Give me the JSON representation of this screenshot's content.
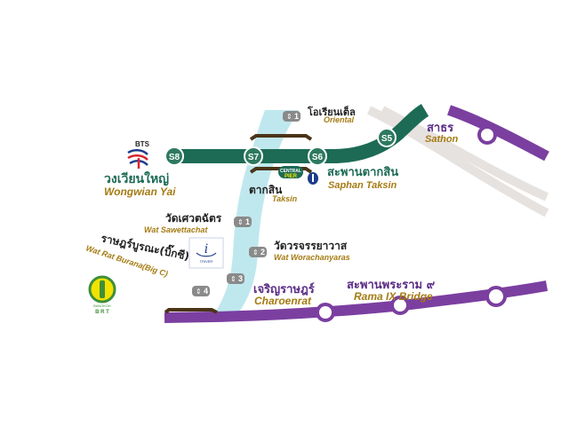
{
  "colors": {
    "bts_green": "#1d6b55",
    "station_fill": "#2d7a5f",
    "purple": "#7b3fa0",
    "river": "#bfe8ee",
    "pier_box": "#8a8a8a",
    "label_gold": "#a57b12",
    "label_green": "#1d6b55",
    "label_purple": "#5b2d86",
    "brt_yellow": "#f2e200",
    "brt_green": "#3f8f3a"
  },
  "stations": [
    {
      "code": "S8",
      "thai": "วงเวียนใหญ่",
      "english": "Wongwian Yai"
    },
    {
      "code": "S7",
      "thai": "",
      "english": ""
    },
    {
      "code": "S6",
      "thai": "สะพานตากสิน",
      "english": "Saphan Taksin"
    },
    {
      "code": "S5",
      "thai": "สาธร",
      "english": "Sathon"
    }
  ],
  "piers": [
    {
      "number": "1",
      "thai": "โอเรียนเต็ล",
      "english": "Oriental"
    },
    {
      "number": "1",
      "thai": "วัดเศวตฉัตร",
      "english": "Wat Sawettachat"
    },
    {
      "number": "2",
      "thai": "วัดวรจรรยาวาส",
      "english": "Wat Worachanyaras"
    },
    {
      "number": "3",
      "thai": "",
      "english": ""
    },
    {
      "number": "4",
      "thai": "ราษฎร์บูรณะ(บิ๊กซี)",
      "english": "Wat Rat Burana(Big C)"
    }
  ],
  "central_pier": {
    "thai": "ตากสิน",
    "english": "Taksin",
    "badge_line1": "CENTRAL",
    "badge_line2": "PIER"
  },
  "purple_labels": [
    {
      "thai": "เจริญราษฎร์",
      "english": "Charoenrat"
    },
    {
      "thai": "สะพานพระราม ๙",
      "english": "Rama IX Bridge"
    }
  ],
  "logos": {
    "bts": "BTS",
    "brt": "B R T",
    "brt_sub": "BANGKOK",
    "pier_logo_sub": "TRIVER"
  },
  "icons": {
    "bts": "bts-logo-icon",
    "brt": "brt-logo-icon",
    "pier": "pier-logo-icon",
    "info": "info-icon"
  }
}
